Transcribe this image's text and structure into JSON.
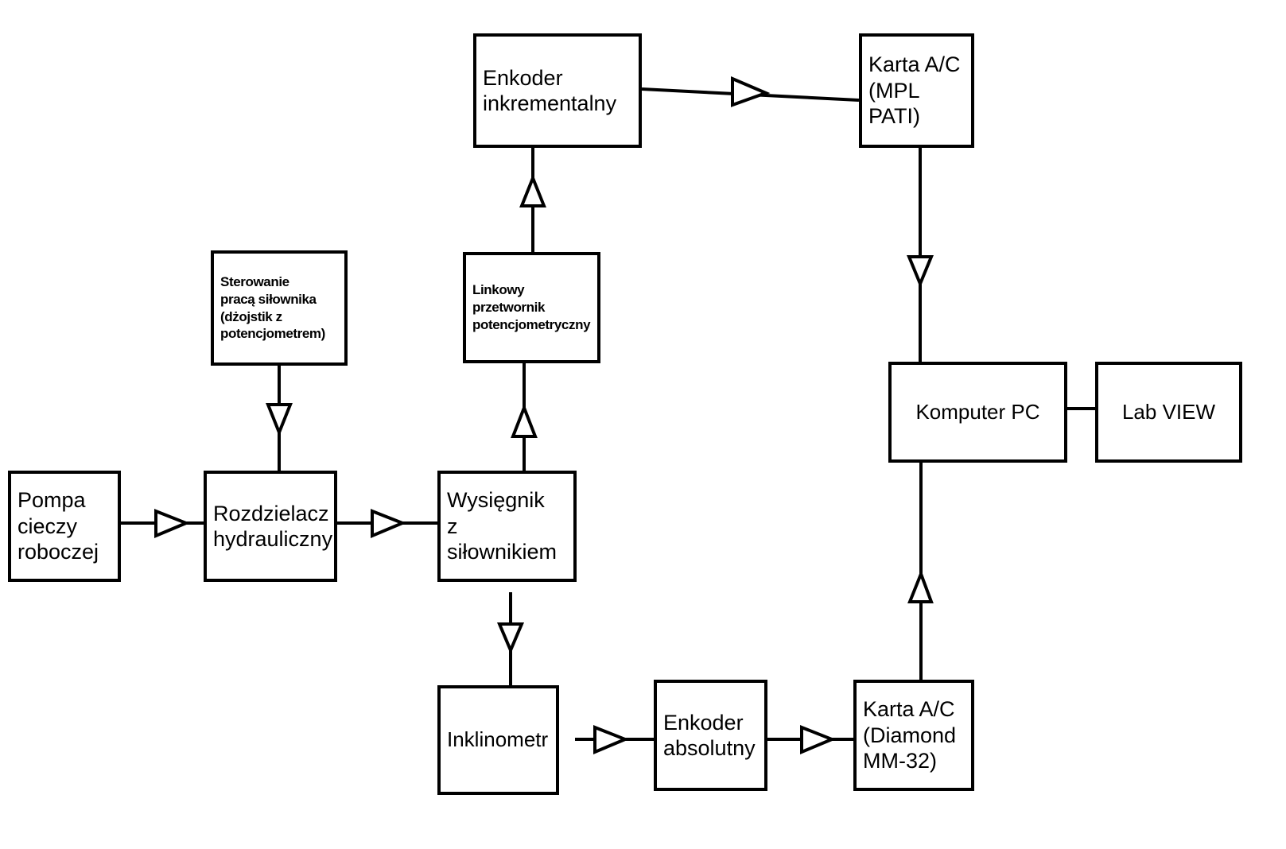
{
  "diagram": {
    "type": "block-diagram",
    "language": "pl",
    "background": "#ffffff",
    "line_color": "#000000",
    "arrowhead_style": "hollow-triangle",
    "nodes": [
      {
        "id": "enkoder-inkrementalny",
        "label": "Enkoder\ninkrementalny",
        "text_size": "big"
      },
      {
        "id": "karta-ac-mpl",
        "label": "Karta A/C\n(MPL\nPATI)",
        "text_size": "big"
      },
      {
        "id": "sterowanie",
        "label": "Sterowanie\npracą siłownika\n(dżojstik z\npotencjometrem)",
        "text_size": "small"
      },
      {
        "id": "linkowy-przetwornik",
        "label": "Linkowy\nprzetwornik\npotencjometryczny",
        "text_size": "small"
      },
      {
        "id": "komputer-pc",
        "label": "Komputer PC",
        "text_size": "mid"
      },
      {
        "id": "lab-view",
        "label": "Lab VIEW",
        "text_size": "mid"
      },
      {
        "id": "pompa",
        "label": "Pompa\ncieczy\nroboczej",
        "text_size": "big"
      },
      {
        "id": "rozdzielacz",
        "label": "Rozdzielacz\nhydrauliczny",
        "text_size": "big"
      },
      {
        "id": "wysiegnik",
        "label": "Wysięgnik\nz\nsiłownikiem",
        "text_size": "big"
      },
      {
        "id": "inklinometr",
        "label": "Inklinometr",
        "text_size": "mid"
      },
      {
        "id": "enkoder-absolutny",
        "label": "Enkoder\nabsolutny",
        "text_size": "big"
      },
      {
        "id": "karta-ac-diamond",
        "label": "Karta A/C\n(Diamond\nMM-32)",
        "text_size": "big"
      }
    ],
    "edges": [
      {
        "from": "enkoder-inkrementalny",
        "to": "karta-ac-mpl",
        "direction": "right",
        "arrow": true
      },
      {
        "from": "linkowy-przetwornik",
        "to": "enkoder-inkrementalny",
        "direction": "up",
        "arrow": true
      },
      {
        "from": "sterowanie",
        "to": "rozdzielacz",
        "direction": "down",
        "arrow": true
      },
      {
        "from": "pompa",
        "to": "rozdzielacz",
        "direction": "right",
        "arrow": true
      },
      {
        "from": "rozdzielacz",
        "to": "wysiegnik",
        "direction": "right",
        "arrow": true
      },
      {
        "from": "wysiegnik",
        "to": "linkowy-przetwornik",
        "direction": "up",
        "arrow": true
      },
      {
        "from": "wysiegnik",
        "to": "inklinometr",
        "direction": "down",
        "arrow": true
      },
      {
        "from": "inklinometr",
        "to": "enkoder-absolutny",
        "direction": "right",
        "arrow": true
      },
      {
        "from": "enkoder-absolutny",
        "to": "karta-ac-diamond",
        "direction": "right",
        "arrow": true
      },
      {
        "from": "karta-ac-diamond",
        "to": "komputer-pc",
        "direction": "up",
        "arrow": true
      },
      {
        "from": "karta-ac-mpl",
        "to": "komputer-pc",
        "direction": "down",
        "arrow": true
      },
      {
        "from": "komputer-pc",
        "to": "lab-view",
        "direction": "right",
        "arrow": false
      }
    ]
  }
}
